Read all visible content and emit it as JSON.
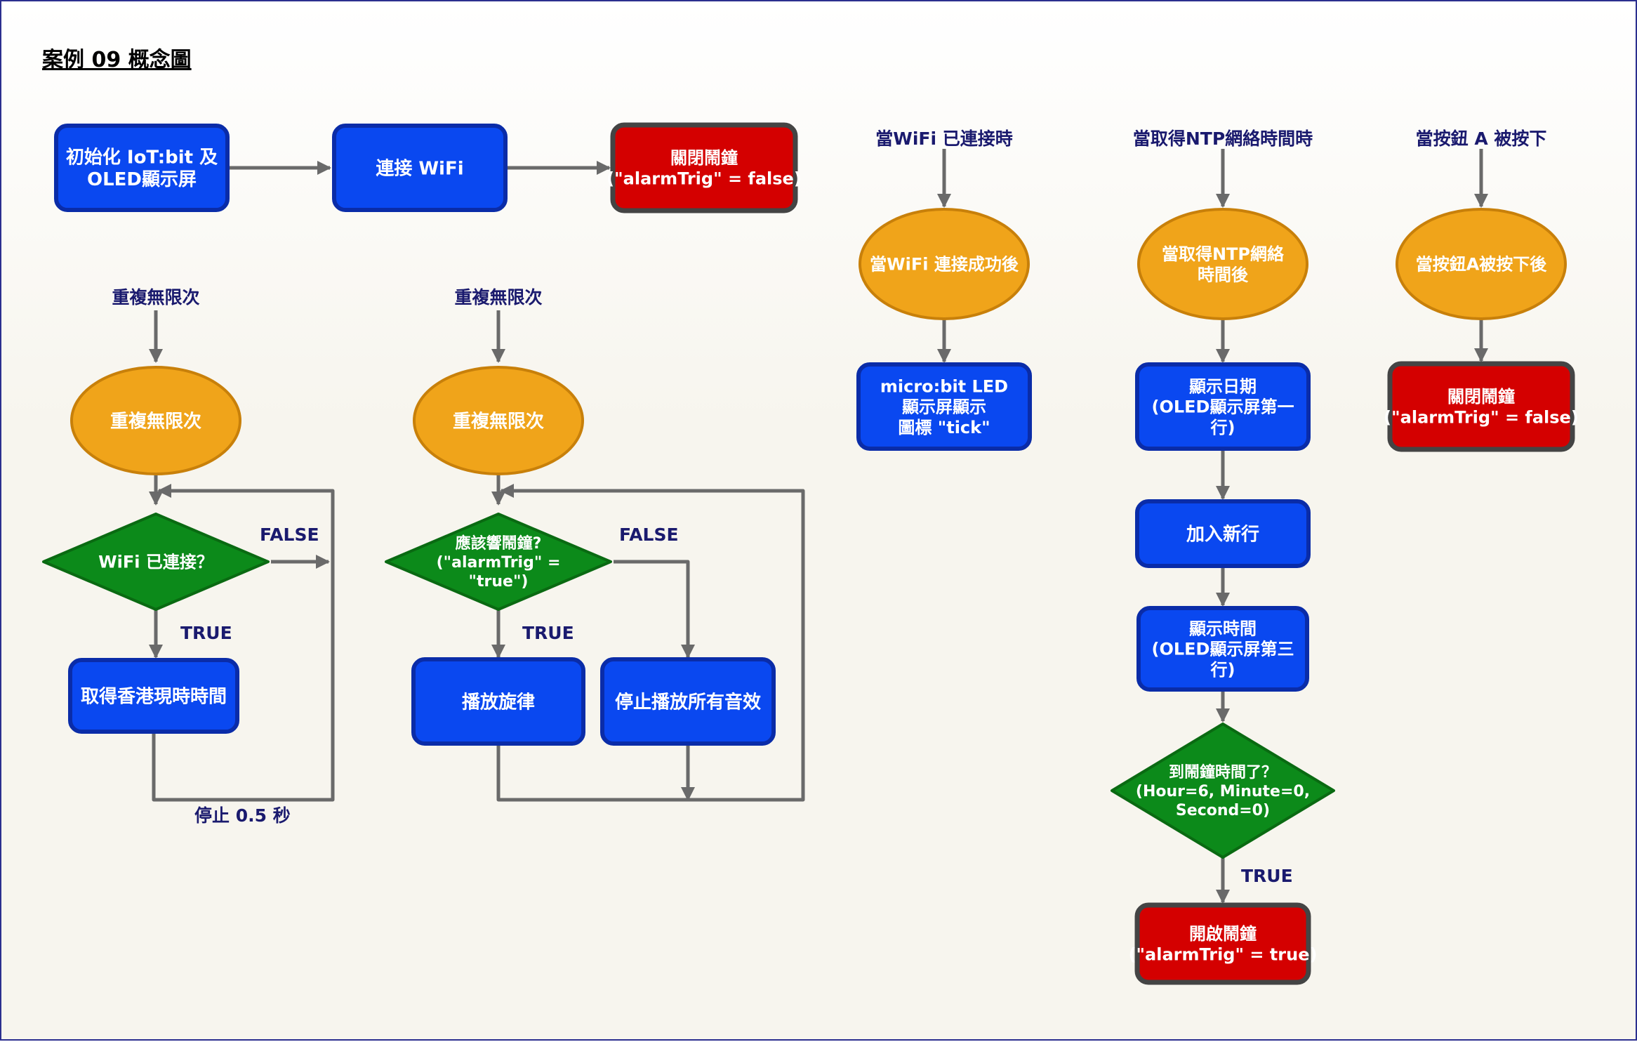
{
  "title": "案例 09 概念圖",
  "colors": {
    "process_fill": "#0a48f0",
    "process_stroke": "#0a2ca8",
    "event_fill": "#f0a41a",
    "event_stroke": "#c8800a",
    "decision_fill": "#0c8a1a",
    "decision_stroke": "#0a6a12",
    "alarm_fill": "#d40000",
    "alarm_stroke": "#444444",
    "arrow": "#6a6a6a",
    "label": "#1a1a6e"
  },
  "nodes": {
    "init": "初始化 IoT:bit 及\nOLED顯示屏",
    "wifi": "連接 WiFi",
    "off1": "關閉鬧鐘\n(\"alarmTrig\" = false)",
    "rep1_ev": "重複無限次",
    "dec1": "WiFi 已連接？",
    "gettime": "取得香港現時時間",
    "rep2_ev": "重複無限次",
    "dec2": "應該響鬧鐘?\n(\"alarmTrig\" =\n\"true\")",
    "play": "播放旋律",
    "stop": "停止播放所有音效",
    "wifi_ev": "當WiFi 連接成功後",
    "tick": "micro:bit LED\n顯示屏顯示\n圖標 \"tick\"",
    "ntp_ev": "當取得NTP網絡\n時間後",
    "date": "顯示日期\n(OLED顯示屏第一\n行)",
    "newline": "加入新行",
    "showtime": "顯示時間\n(OLED顯示屏第三\n行)",
    "dec3": "到鬧鐘時間了？\n(Hour=6, Minute=0,\nSecond=0)",
    "on": "開啟鬧鐘\n(\"alarmTrig\" = true)",
    "btn_ev": "當按鈕A被按下後",
    "off2": "關閉鬧鐘\n(\"alarmTrig\" = false)"
  },
  "labels": {
    "rep1": "重複無限次",
    "rep2": "重複無限次",
    "wifi_trig": "當WiFi 已連接時",
    "ntp_trig": "當取得NTP網絡時間時",
    "btn_trig": "當按鈕 A 被按下",
    "false1": "FALSE",
    "true1": "TRUE",
    "wait": "停止 0.5 秒",
    "false2": "FALSE",
    "true2": "TRUE",
    "true3": "TRUE"
  }
}
